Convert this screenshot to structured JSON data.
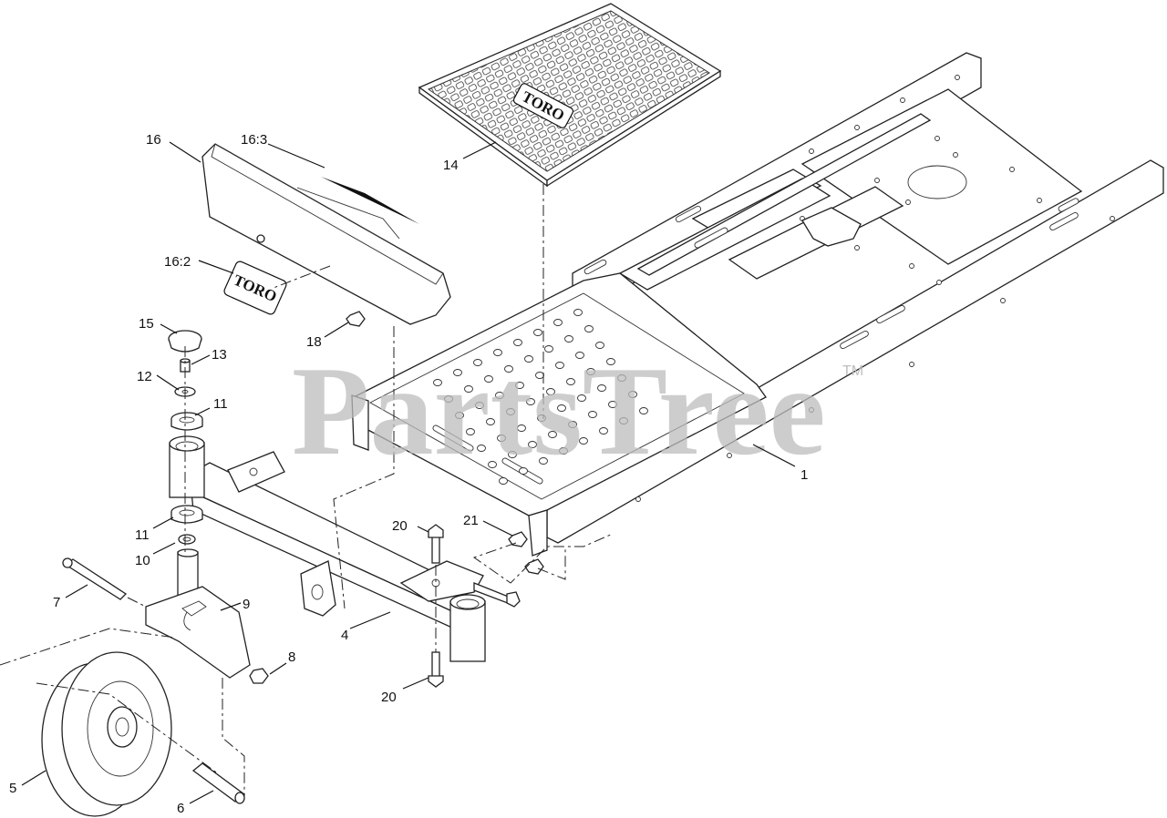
{
  "watermark": {
    "text": "PartsTree",
    "trademark": "TM"
  },
  "logos": {
    "seat_pad_logo": "TORO",
    "decal_logo": "TORO"
  },
  "callouts": [
    {
      "id": "c1",
      "label": "1"
    },
    {
      "id": "c4",
      "label": "4"
    },
    {
      "id": "c5",
      "label": "5"
    },
    {
      "id": "c6",
      "label": "6"
    },
    {
      "id": "c7",
      "label": "7"
    },
    {
      "id": "c8",
      "label": "8"
    },
    {
      "id": "c9",
      "label": "9"
    },
    {
      "id": "c10",
      "label": "10"
    },
    {
      "id": "c11a",
      "label": "11"
    },
    {
      "id": "c11b",
      "label": "11"
    },
    {
      "id": "c12",
      "label": "12"
    },
    {
      "id": "c13",
      "label": "13"
    },
    {
      "id": "c14",
      "label": "14"
    },
    {
      "id": "c15",
      "label": "15"
    },
    {
      "id": "c16",
      "label": "16"
    },
    {
      "id": "c16_2",
      "label": "16:2"
    },
    {
      "id": "c16_3",
      "label": "16:3"
    },
    {
      "id": "c18",
      "label": "18"
    },
    {
      "id": "c20a",
      "label": "20"
    },
    {
      "id": "c20b",
      "label": "20"
    },
    {
      "id": "c21",
      "label": "21"
    }
  ]
}
